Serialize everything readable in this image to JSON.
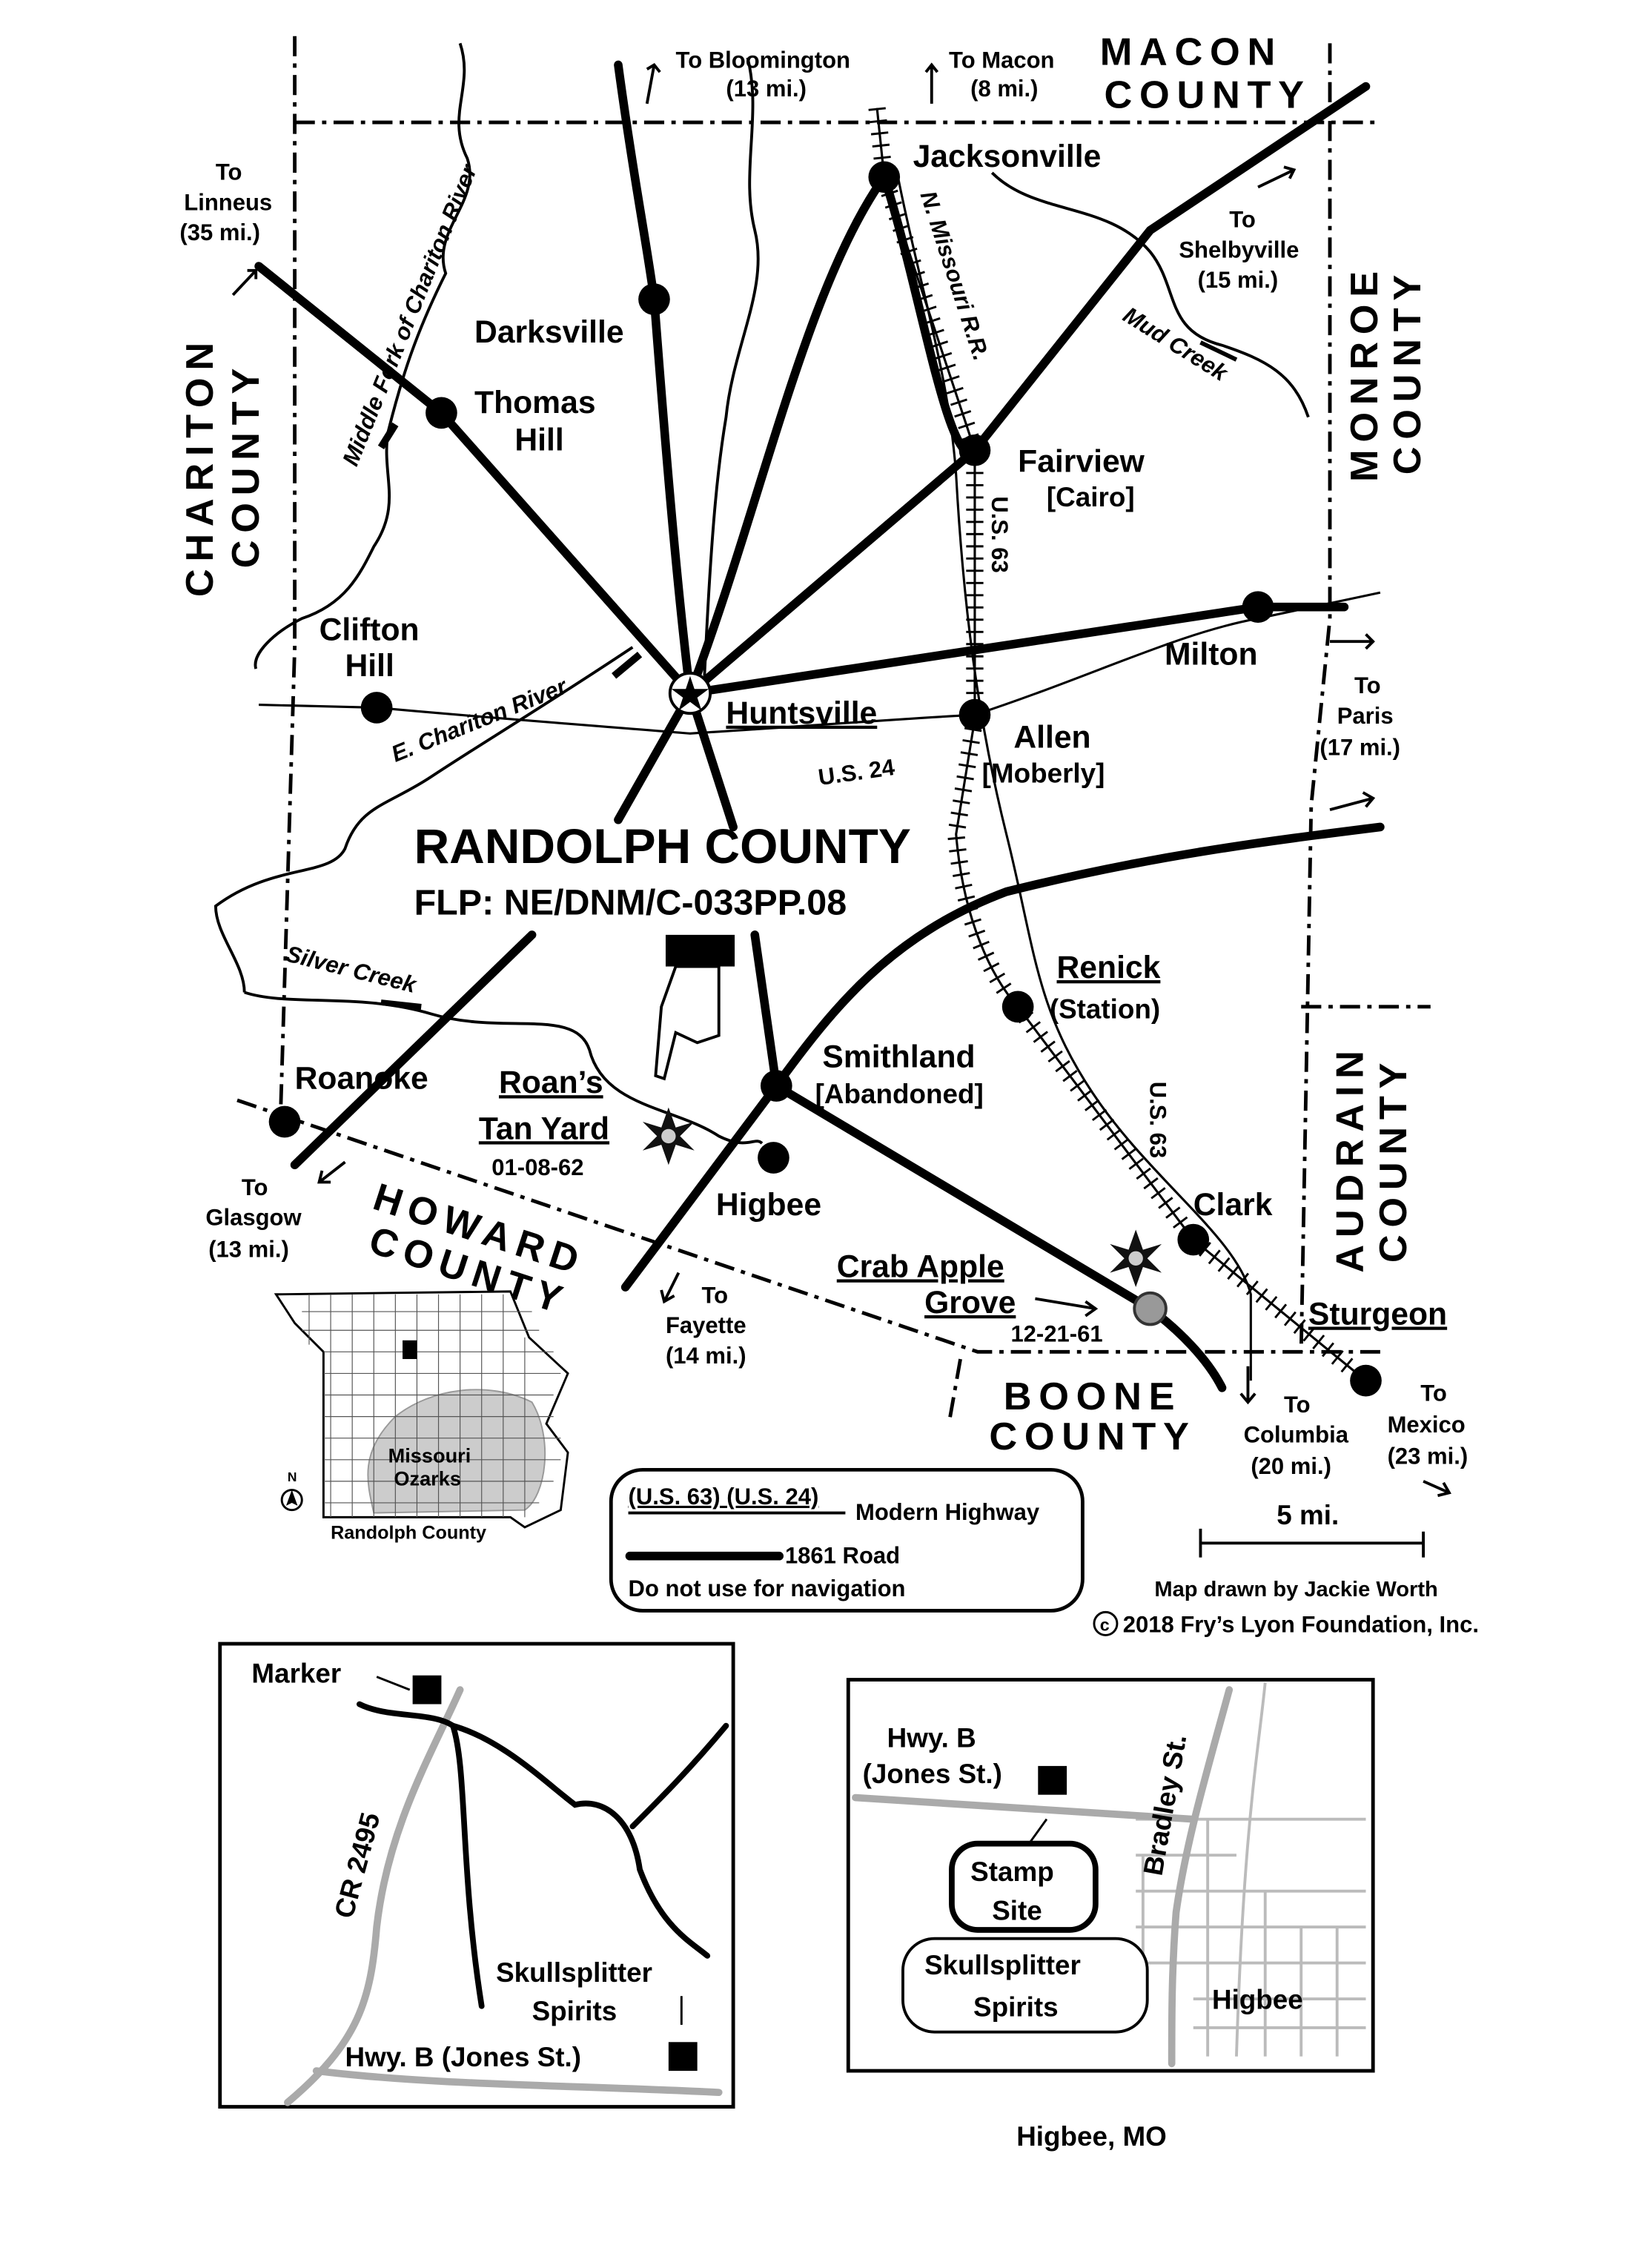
{
  "title": {
    "main": "RANDOLPH COUNTY",
    "code": "FLP: NE/DNM/C-033PP.08"
  },
  "counties": {
    "macon": [
      "MACON",
      "COUNTY"
    ],
    "monroe": [
      "MONROE",
      "COUNTY"
    ],
    "chariton": [
      "CHARITON",
      "COUNTY"
    ],
    "audrain": [
      "AUDRAIN",
      "COUNTY"
    ],
    "howard": [
      "HOWARD",
      "COUNTY"
    ],
    "boone": [
      "BOONE",
      "COUNTY"
    ]
  },
  "directions": {
    "bloomington": [
      "To Bloomington",
      "(13 mi.)"
    ],
    "macon": [
      "To  Macon",
      "(8 mi.)"
    ],
    "linneus": [
      "To",
      "Linneus",
      "(35 mi.)"
    ],
    "shelbyville": [
      "To",
      "Shelbyville",
      "(15 mi.)"
    ],
    "paris": [
      "To",
      "Paris",
      "(17 mi.)"
    ],
    "glasgow": [
      "To",
      "Glasgow",
      "(13 mi.)"
    ],
    "fayette": [
      "To",
      "Fayette",
      "(14 mi.)"
    ],
    "columbia": [
      "To",
      "Columbia",
      "(20 mi.)"
    ],
    "mexico": [
      "To",
      "Mexico",
      "(23 mi.)"
    ]
  },
  "towns": {
    "jacksonville": "Jacksonville",
    "darksville": "Darksville",
    "thomas_hill": [
      "Thomas",
      "Hill"
    ],
    "fairview": [
      "Fairview",
      "[Cairo]"
    ],
    "clifton_hill": [
      "Clifton",
      "Hill"
    ],
    "milton": "Milton",
    "huntsville": "Huntsville",
    "allen": [
      "Allen",
      "[Moberly]"
    ],
    "renick": [
      "Renick",
      "(Station)"
    ],
    "roanoke": "Roanoke",
    "smithland": [
      "Smithland",
      "[Abandoned]"
    ],
    "higbee": "Higbee",
    "clark": "Clark",
    "sturgeon": "Sturgeon"
  },
  "sites": {
    "tan_yard": [
      "Roan’s",
      "Tan Yard",
      "01-08-62"
    ],
    "crab_apple": [
      "Crab Apple",
      "Grove",
      "12-21-61"
    ]
  },
  "features": {
    "middle_fork": "Middle Fork of Chariton River",
    "railroad": "N. Missouri R.R.",
    "us63": "U.S. 63",
    "us24": "U.S. 24",
    "mud_creek": "Mud Creek",
    "e_chariton": "E. Chariton River",
    "silver_creek": "Silver Creek"
  },
  "scale": "5 mi.",
  "legend": {
    "highways": "(U.S. 63) (U.S. 24)",
    "modern": "Modern Highway",
    "road1861": "1861 Road",
    "warning": "Do not use for navigation"
  },
  "credits": {
    "author": "Map drawn by Jackie Worth",
    "copyright": "2018 Fry’s Lyon Foundation, Inc.",
    "copyright_symbol": "c"
  },
  "locator": {
    "region": [
      "Missouri",
      "Ozarks"
    ],
    "north": "N",
    "caption": "Randolph County"
  },
  "inset_left": {
    "marker": "Marker",
    "road": "CR 2495",
    "business": [
      "Skullsplitter",
      "Spirits"
    ],
    "highway": "Hwy. B (Jones St.)"
  },
  "inset_right": {
    "highway": [
      "Hwy. B",
      "(Jones St.)"
    ],
    "stamp": [
      "Stamp",
      "Site"
    ],
    "business": [
      "Skullsplitter",
      "Spirits"
    ],
    "street": "Bradley St.",
    "town": "Higbee",
    "caption": "Higbee, MO"
  }
}
